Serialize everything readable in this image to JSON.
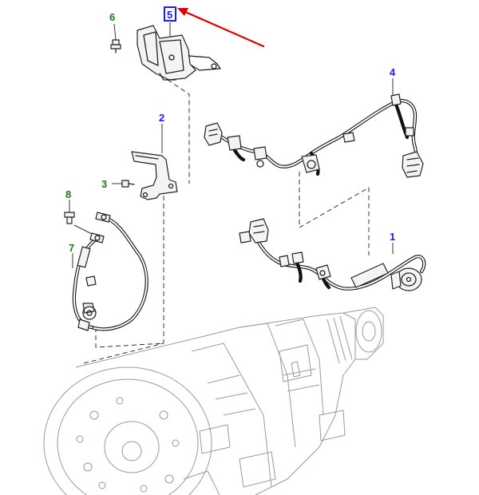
{
  "callouts": {
    "c1": "1",
    "c2": "2",
    "c3": "3",
    "c4": "4",
    "c5": "5",
    "c6": "6",
    "c7": "7",
    "c8": "8"
  },
  "colors": {
    "callout_blue": "#1a1aff",
    "callout_green": "#1b7a1b",
    "highlight_box": "#1a1aff",
    "arrow_red": "#e00000",
    "line_art": "#222222",
    "ghost_art": "#9a9a9a"
  },
  "highlighted_part": "5"
}
